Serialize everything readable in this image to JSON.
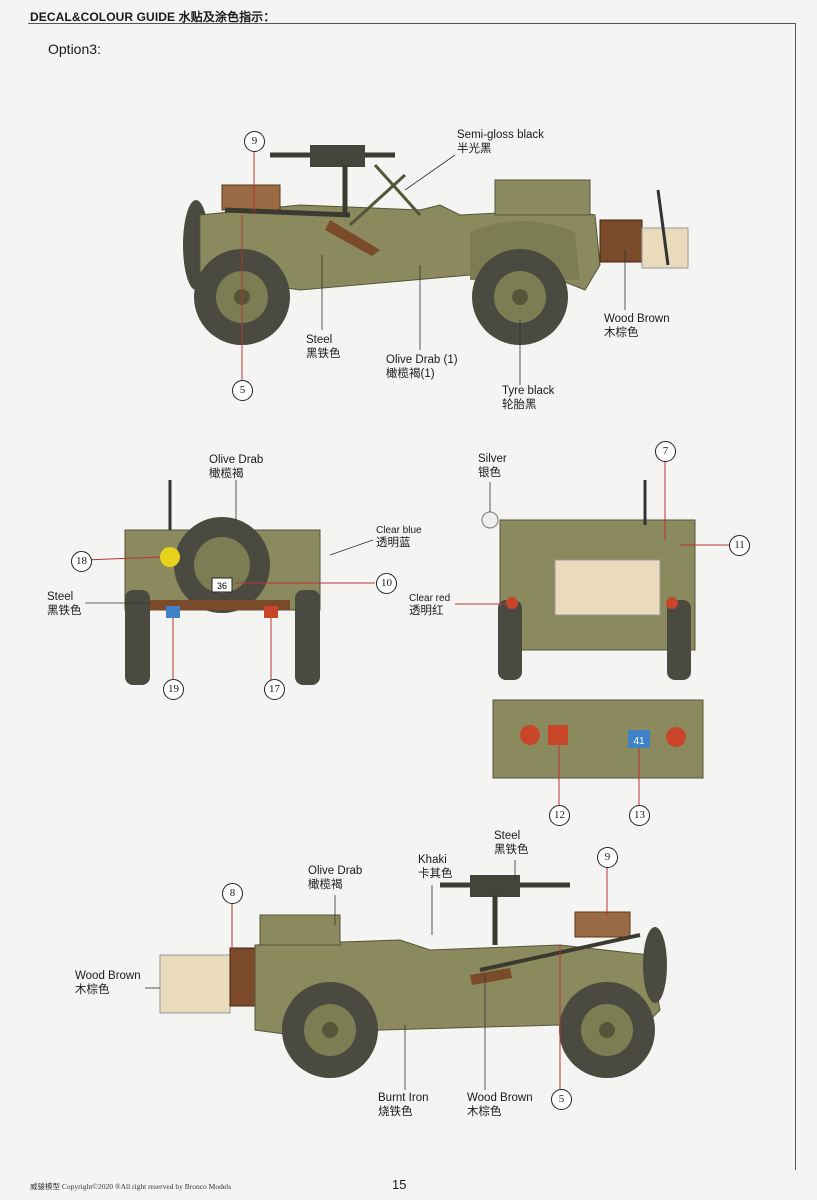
{
  "header": {
    "title": "DECAL&COLOUR GUIDE 水贴及涂色指示："
  },
  "option_label": "Option3:",
  "callouts": {
    "top": {
      "semi_gloss_en": "Semi-gloss black",
      "semi_gloss_cn": "半光黑",
      "steel_en": "Steel",
      "steel_cn": "黑铁色",
      "olive1_en": "Olive Drab (1)",
      "olive1_cn": "橄榄褐(1)",
      "tyre_en": "Tyre black",
      "tyre_cn": "轮胎黑",
      "wood_en": "Wood Brown",
      "wood_cn": "木棕色",
      "n9": "9",
      "n5": "5"
    },
    "rear": {
      "olive_en": "Olive Drab",
      "olive_cn": "橄榄褐",
      "clearblue_en": "Clear blue",
      "clearblue_cn": "透明蓝",
      "steel_en": "Steel",
      "steel_cn": "黑铁色",
      "n18": "18",
      "n10": "10",
      "n19": "19",
      "n17": "17"
    },
    "front": {
      "silver_en": "Silver",
      "silver_cn": "银色",
      "clearred_en": "Clear red",
      "clearred_cn": "透明红",
      "n7": "7",
      "n11": "11",
      "n12": "12",
      "n13": "13"
    },
    "bottom": {
      "olive_en": "Olive Drab",
      "olive_cn": "橄榄褐",
      "khaki_en": "Khaki",
      "khaki_cn": "卡其色",
      "steel_en": "Steel",
      "steel_cn": "黑铁色",
      "wood_en": "Wood Brown",
      "wood_cn": "木棕色",
      "burnt_en": "Burnt Iron",
      "burnt_cn": "烧铁色",
      "wood2_en": "Wood Brown",
      "wood2_cn": "木棕色",
      "n8": "8",
      "n9": "9",
      "n5": "5"
    }
  },
  "decal_text": {
    "plate_36": "36",
    "marking_41": "41"
  },
  "footer": {
    "copyright": "威骏模型  Copyright©2020  ®All right reserved by Bronco Models",
    "page": "15"
  },
  "colors": {
    "olive": "#8a8a5e",
    "olive_dark": "#6e6e48",
    "tyre": "#4a4a40",
    "wood": "#7a4a2a",
    "khaki": "#d8c7a0",
    "clear_red": "#c8452a",
    "clear_blue": "#3f82c8",
    "decal_yellow": "#e8d21a"
  }
}
